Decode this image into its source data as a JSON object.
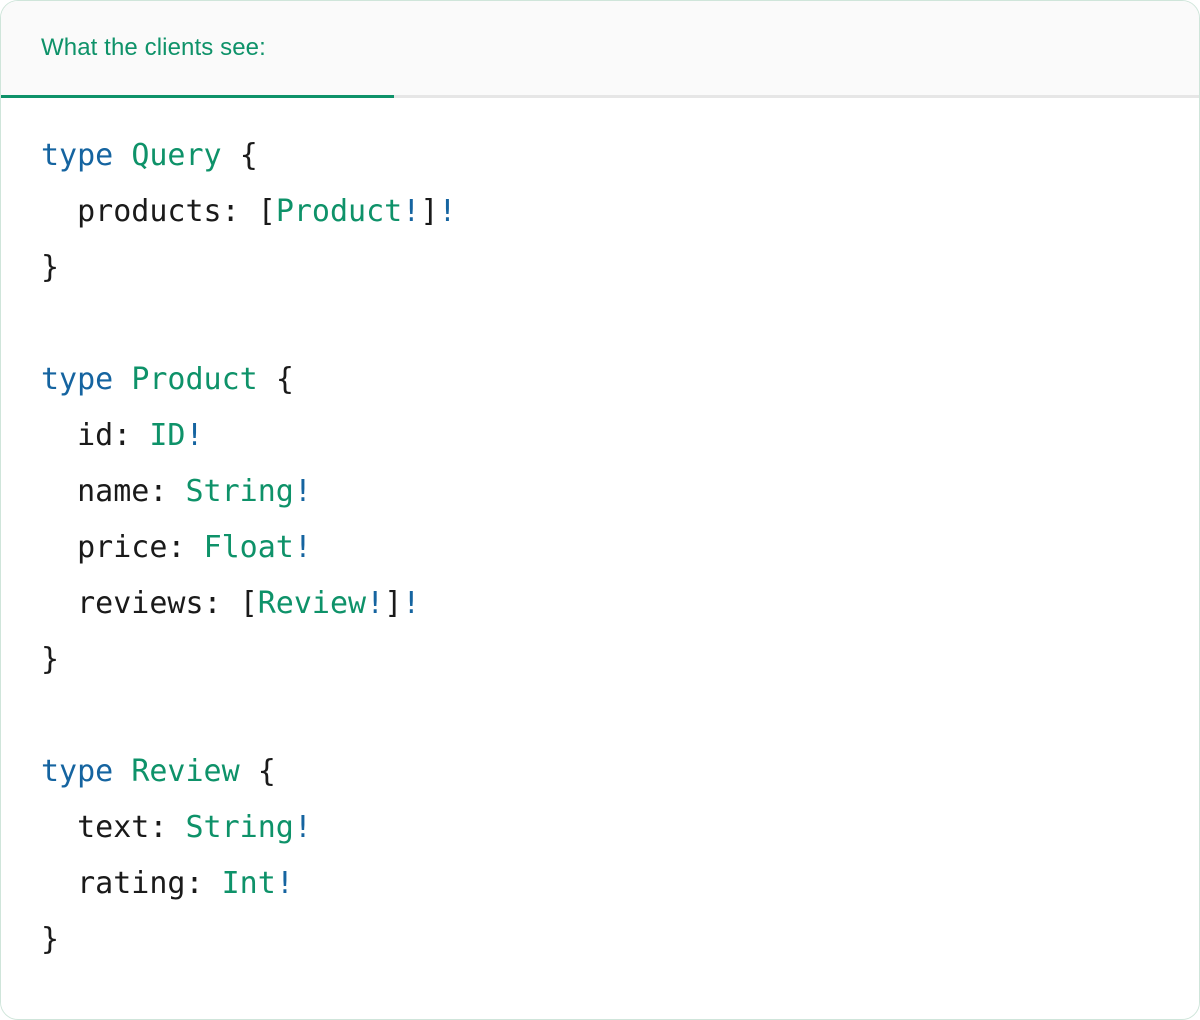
{
  "card": {
    "accent_green": "#0e9269",
    "keyword_blue": "#1564a0",
    "text_black": "#1a1a1a",
    "tabbar_bg": "#fafafa",
    "body_bg": "#ffffff",
    "border_gray": "#e6e6e6"
  },
  "tabs": [
    {
      "label": "What the clients see:",
      "active": true
    }
  ],
  "code": {
    "language": "graphql",
    "lines": [
      [
        {
          "t": "type",
          "c": "kw"
        },
        {
          "t": " ",
          "c": "punc"
        },
        {
          "t": "Query",
          "c": "type"
        },
        {
          "t": " ",
          "c": "punc"
        },
        {
          "t": "{",
          "c": "punc"
        }
      ],
      [
        {
          "t": "  products: ",
          "c": "name"
        },
        {
          "t": "[",
          "c": "punc"
        },
        {
          "t": "Product",
          "c": "type"
        },
        {
          "t": "!",
          "c": "bang"
        },
        {
          "t": "]",
          "c": "punc"
        },
        {
          "t": "!",
          "c": "bang"
        }
      ],
      [
        {
          "t": "}",
          "c": "punc"
        }
      ],
      [],
      [
        {
          "t": "type",
          "c": "kw"
        },
        {
          "t": " ",
          "c": "punc"
        },
        {
          "t": "Product",
          "c": "type"
        },
        {
          "t": " ",
          "c": "punc"
        },
        {
          "t": "{",
          "c": "punc"
        }
      ],
      [
        {
          "t": "  id: ",
          "c": "name"
        },
        {
          "t": "ID",
          "c": "type"
        },
        {
          "t": "!",
          "c": "bang"
        }
      ],
      [
        {
          "t": "  name: ",
          "c": "name"
        },
        {
          "t": "String",
          "c": "type"
        },
        {
          "t": "!",
          "c": "bang"
        }
      ],
      [
        {
          "t": "  price: ",
          "c": "name"
        },
        {
          "t": "Float",
          "c": "type"
        },
        {
          "t": "!",
          "c": "bang"
        }
      ],
      [
        {
          "t": "  reviews: ",
          "c": "name"
        },
        {
          "t": "[",
          "c": "punc"
        },
        {
          "t": "Review",
          "c": "type"
        },
        {
          "t": "!",
          "c": "bang"
        },
        {
          "t": "]",
          "c": "punc"
        },
        {
          "t": "!",
          "c": "bang"
        }
      ],
      [
        {
          "t": "}",
          "c": "punc"
        }
      ],
      [],
      [
        {
          "t": "type",
          "c": "kw"
        },
        {
          "t": " ",
          "c": "punc"
        },
        {
          "t": "Review",
          "c": "type"
        },
        {
          "t": " ",
          "c": "punc"
        },
        {
          "t": "{",
          "c": "punc"
        }
      ],
      [
        {
          "t": "  text: ",
          "c": "name"
        },
        {
          "t": "String",
          "c": "type"
        },
        {
          "t": "!",
          "c": "bang"
        }
      ],
      [
        {
          "t": "  rating: ",
          "c": "name"
        },
        {
          "t": "Int",
          "c": "type"
        },
        {
          "t": "!",
          "c": "bang"
        }
      ],
      [
        {
          "t": "}",
          "c": "punc"
        }
      ]
    ],
    "plain_text": "type Query {\n  products: [Product!]!\n}\n\ntype Product {\n  id: ID!\n  name: String!\n  price: Float!\n  reviews: [Review!]!\n}\n\ntype Review {\n  text: String!\n  rating: Int!\n}"
  }
}
